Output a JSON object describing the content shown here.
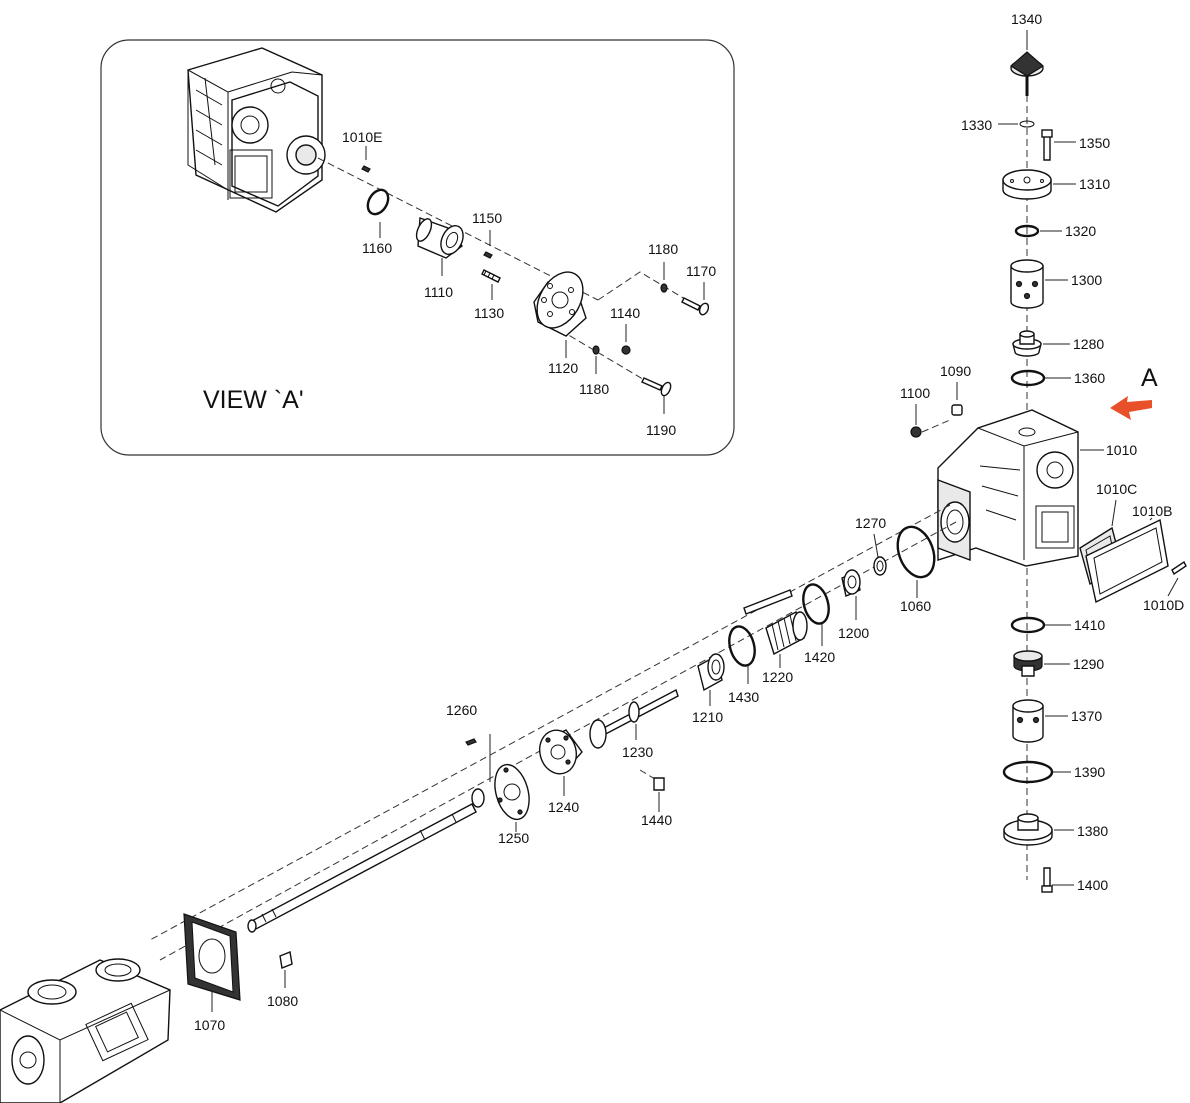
{
  "view_title": "VIEW `A'",
  "view_marker": "A",
  "arrow_color": "#e8502a",
  "labels": {
    "l1340": "1340",
    "l1330": "1330",
    "l1350": "1350",
    "l1310": "1310",
    "l1320": "1320",
    "l1300": "1300",
    "l1280": "1280",
    "l1360": "1360",
    "l1090": "1090",
    "l1100": "1100",
    "l1010": "1010",
    "l1010C": "1010C",
    "l1010B": "1010B",
    "l1010D": "1010D",
    "l1270": "1270",
    "l1060": "1060",
    "l1200": "1200",
    "l1420": "1420",
    "l1220": "1220",
    "l1430": "1430",
    "l1210": "1210",
    "l1230": "1230",
    "l1410": "1410",
    "l1290": "1290",
    "l1370": "1370",
    "l1390": "1390",
    "l1380": "1380",
    "l1400": "1400",
    "l1260": "1260",
    "l1240": "1240",
    "l1250": "1250",
    "l1440": "1440",
    "l1070": "1070",
    "l1080": "1080",
    "l1010E": "1010E",
    "l1160": "1160",
    "l1150": "1150",
    "l1110": "1110",
    "l1130": "1130",
    "l1180a": "1180",
    "l1170": "1170",
    "l1140": "1140",
    "l1120": "1120",
    "l1180b": "1180",
    "l1190": "1190"
  }
}
